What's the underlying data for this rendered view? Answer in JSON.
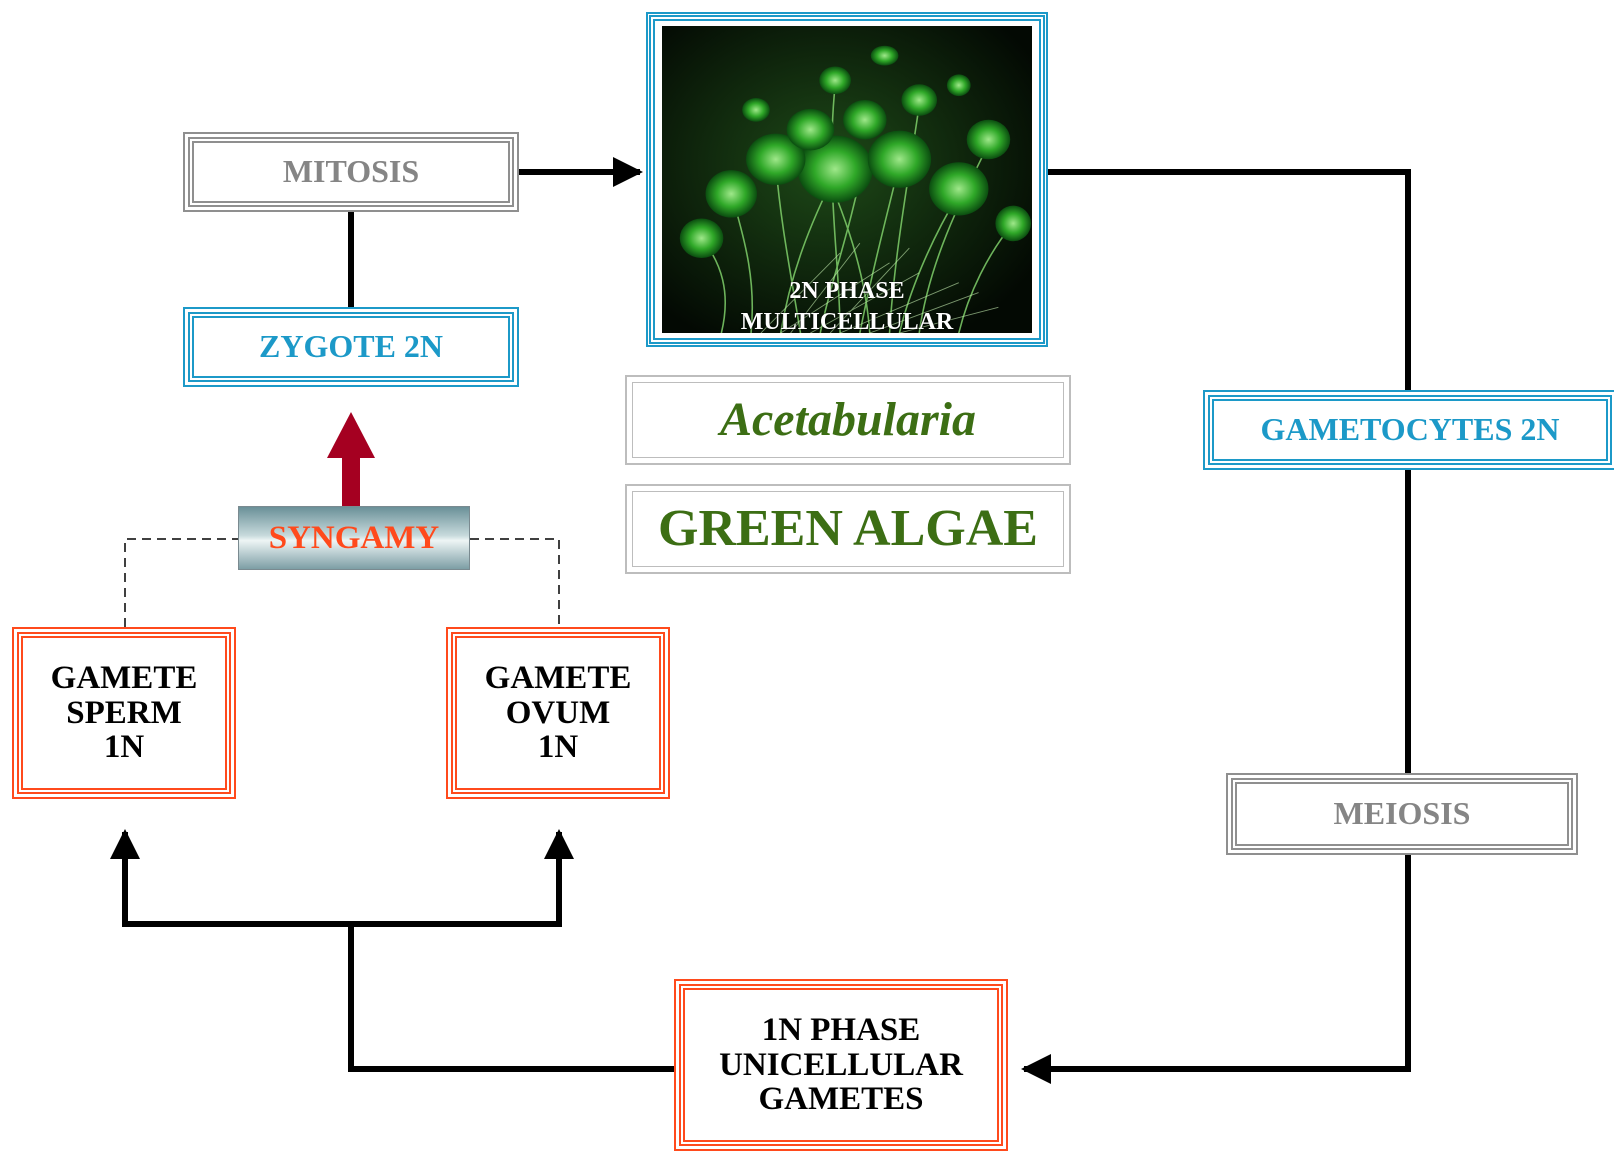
{
  "diagram": {
    "photo_caption": [
      "2N PHASE",
      "MULTICELLULAR"
    ],
    "nodes": {
      "mitosis": "MITOSIS",
      "zygote": "ZYGOTE 2N",
      "syngamy": "SYNGAMY",
      "gamete_sperm": [
        "GAMETE",
        "SPERM",
        "1N"
      ],
      "gamete_ovum": [
        "GAMETE",
        "OVUM",
        "1N"
      ],
      "gametocytes": "GAMETOCYTES 2N",
      "meiosis": "MEIOSIS",
      "phase_1n": [
        "1N PHASE",
        "UNICELLULAR",
        "GAMETES"
      ]
    },
    "title": {
      "genus": "Acetabularia",
      "group": "GREEN ALGAE"
    }
  },
  "colors": {
    "blue_frame": "#1c99c8",
    "red_frame": "#ff4a1c",
    "gray_frame": "#8f8f8f",
    "title_green": "#3c6e14",
    "syngamy_arrow": "#a50021",
    "connector": "#000000"
  }
}
